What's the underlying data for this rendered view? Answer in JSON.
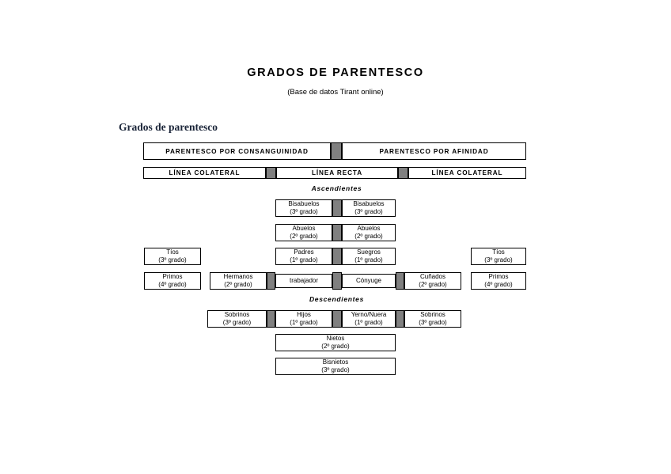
{
  "document": {
    "title": "GRADOS DE PARENTESCO",
    "subtitle": "(Base de datos Tirant online)",
    "section_title": "Grados de parentesco"
  },
  "colors": {
    "border": "#000000",
    "spacer": "#808080",
    "background": "#ffffff",
    "section_title": "#1a2438"
  },
  "bars": {
    "kinship_type": [
      {
        "label": "PARENTESCO POR CONSANGUINIDAD"
      },
      {
        "label": "PARENTESCO POR AFINIDAD"
      }
    ],
    "line_type": [
      {
        "label": "LÍNEA COLATERAL"
      },
      {
        "label": "LÍNEA RECTA"
      },
      {
        "label": "LÍNEA COLATERAL"
      }
    ]
  },
  "group_labels": {
    "ascendants": "Ascendientes",
    "descendants": "Descendientes"
  },
  "rows": {
    "great_grandparents": [
      {
        "name": "Bisabuelos",
        "degree": "(3º grado)"
      },
      {
        "name": "Bisabuelos",
        "degree": "(3º grado)"
      }
    ],
    "grandparents": [
      {
        "name": "Abuelos",
        "degree": "(2º grado)"
      },
      {
        "name": "Abuelos",
        "degree": "(2º grado)"
      }
    ],
    "parents": [
      {
        "name": "Tíos",
        "degree": "(3º grado)"
      },
      {
        "name": "Padres",
        "degree": "(1º grado)"
      },
      {
        "name": "Suegros",
        "degree": "(1º grado)"
      },
      {
        "name": "Tíos",
        "degree": "(3º grado)"
      }
    ],
    "self": [
      {
        "name": "Primos",
        "degree": "(4º grado)"
      },
      {
        "name": "Hermanos",
        "degree": "(2º grado)"
      },
      {
        "name": "trabajador",
        "degree": ""
      },
      {
        "name": "Cónyuge",
        "degree": ""
      },
      {
        "name": "Cuñados",
        "degree": "(2º grado)"
      },
      {
        "name": "Primos",
        "degree": "(4º grado)"
      }
    ],
    "children": [
      {
        "name": "Sobrinos",
        "degree": "(3º grado)"
      },
      {
        "name": "Hijos",
        "degree": "(1º grado)"
      },
      {
        "name": "Yerno/Nuera",
        "degree": "(1º grado)"
      },
      {
        "name": "Sobrinos",
        "degree": "(3º grado)"
      }
    ],
    "grandchildren": [
      {
        "name": "Nietos",
        "degree": "(2º grado)"
      }
    ],
    "great_grandchildren": [
      {
        "name": "Bisnietos",
        "degree": "(3º grado)"
      }
    ]
  }
}
